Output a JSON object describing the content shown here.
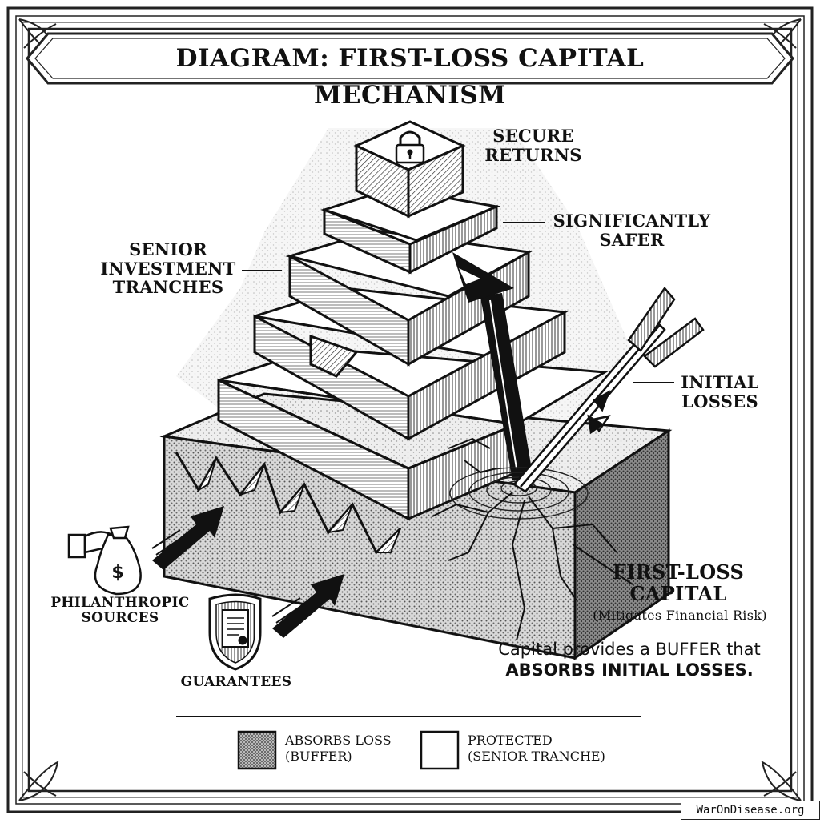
{
  "title": "DIAGRAM: FIRST-LOSS CAPITAL MECHANISM",
  "labels": {
    "secure_returns": [
      "SECURE",
      "RETURNS"
    ],
    "significantly_safer": [
      "SIGNIFICANTLY",
      "SAFER"
    ],
    "senior_tranches": [
      "SENIOR",
      "INVESTMENT",
      "TRANCHES"
    ],
    "initial_losses": [
      "INITIAL",
      "LOSSES"
    ],
    "first_loss": [
      "FIRST-LOSS",
      "CAPITAL"
    ],
    "first_loss_sub": "(Mitigates Financial Risk)",
    "philanthropic": [
      "PHILANTHROPIC",
      "SOURCES"
    ],
    "guarantees": "GUARANTEES"
  },
  "note": [
    "Capital provides a BUFFER that",
    "ABSORBS INITIAL LOSSES."
  ],
  "legend": {
    "absorbs": [
      "ABSORBS LOSS",
      "(BUFFER)"
    ],
    "protected": [
      "PROTECTED",
      "(SENIOR TRANCHE)"
    ]
  },
  "icons": {
    "money_bag_symbol": "$"
  },
  "watermark": "WarOnDisease.org"
}
